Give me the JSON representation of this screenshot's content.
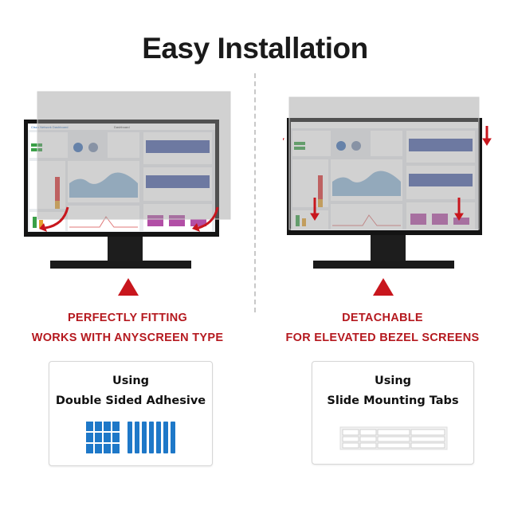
{
  "title": "Easy Installation",
  "colors": {
    "accent_red": "#c8161d",
    "caption_red": "#b5191f",
    "tape_blue": "#1e78c8",
    "monitor_black": "#141414"
  },
  "left_panel": {
    "caption_line1": "PERFECTLY FITTING",
    "caption_line2": "WORKS WITH ANYSCREEN TYPE",
    "card_line1": "Using",
    "card_line2": "Double Sided Adhesive",
    "card_item": "blue-adhesive-strips"
  },
  "right_panel": {
    "caption_line1": "DETACHABLE",
    "caption_line2": "FOR ELEVATED BEZEL SCREENS",
    "card_line1": "Using",
    "card_line2": "Slide Mounting Tabs",
    "card_item": "clear-mounting-tabs"
  },
  "screen": {
    "app_title": "Cisco Network Dashboard",
    "tab": "Dashboard"
  }
}
